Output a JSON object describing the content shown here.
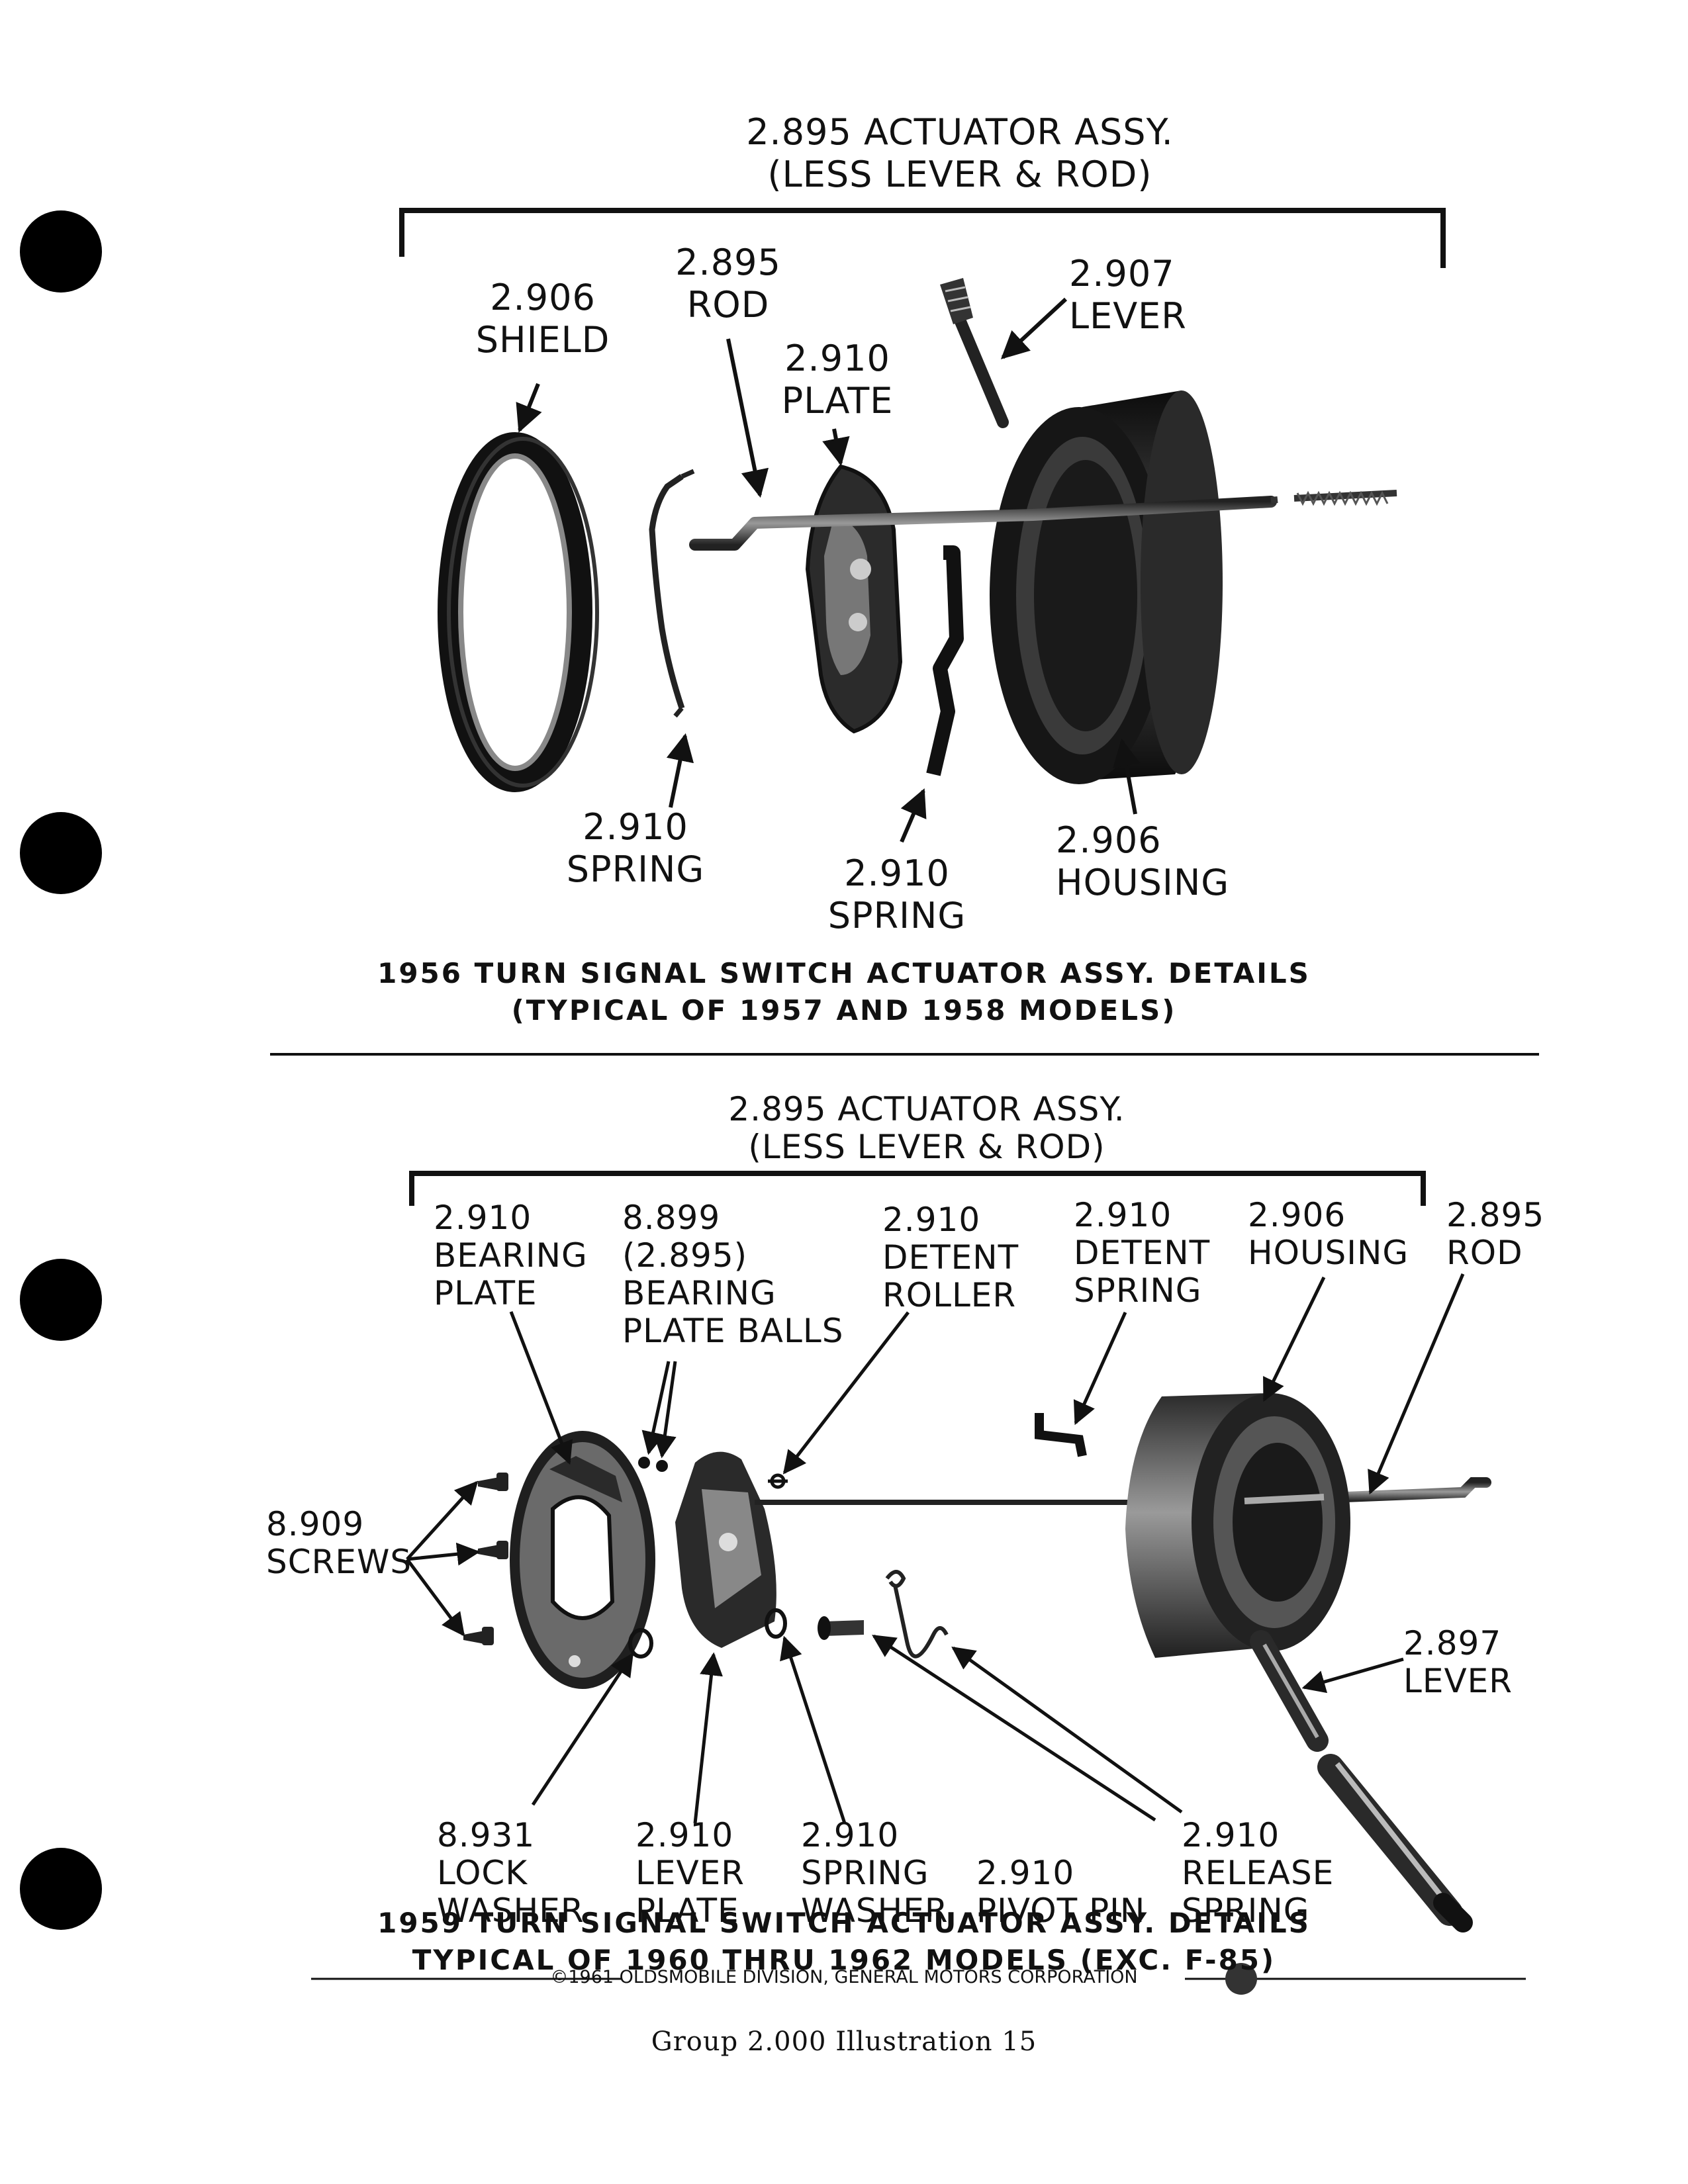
{
  "top_figure": {
    "title": [
      "2.895 ACTUATOR ASSY.",
      "(LESS LEVER & ROD)"
    ],
    "callouts": {
      "shield": [
        "2.906",
        "SHIELD"
      ],
      "rod": [
        "2.895",
        "ROD"
      ],
      "plate": [
        "2.910",
        "PLATE"
      ],
      "lever": [
        "2.907",
        "LEVER"
      ],
      "spring_left": [
        "2.910",
        "SPRING"
      ],
      "spring_mid": [
        "2.910",
        "SPRING"
      ],
      "housing": [
        "2.906",
        "HOUSING"
      ]
    },
    "caption": [
      "1956 TURN SIGNAL SWITCH ACTUATOR ASSY. DETAILS",
      "(TYPICAL OF 1957 AND 1958 MODELS)"
    ]
  },
  "bottom_figure": {
    "title": [
      "2.895 ACTUATOR ASSY.",
      "(LESS LEVER & ROD)"
    ],
    "callouts": {
      "bearing_plate": [
        "2.910",
        "BEARING",
        "PLATE"
      ],
      "bearing_plate_balls": [
        "8.899",
        "(2.895)",
        "BEARING",
        "PLATE BALLS"
      ],
      "detent_roller": [
        "2.910",
        "DETENT",
        "ROLLER"
      ],
      "detent_spring": [
        "2.910",
        "DETENT",
        "SPRING"
      ],
      "housing": [
        "2.906",
        "HOUSING"
      ],
      "rod": [
        "2.895",
        "ROD"
      ],
      "screws": [
        "8.909",
        "SCREWS"
      ],
      "lever": [
        "2.897",
        "LEVER"
      ],
      "lock_washer": [
        "8.931",
        "LOCK",
        "WASHER"
      ],
      "lever_plate": [
        "2.910",
        "LEVER",
        "PLATE"
      ],
      "spring_washer": [
        "2.910",
        "SPRING",
        "WASHER"
      ],
      "pivot_pin": [
        "2.910",
        "PIVOT PIN"
      ],
      "release_spring": [
        "2.910",
        "RELEASE",
        "SPRING"
      ]
    },
    "caption": [
      "1959 TURN SIGNAL SWITCH ACTUATOR ASSY. DETAILS",
      "TYPICAL OF 1960 THRU 1962 MODELS (EXC. F-85)"
    ]
  },
  "footer": {
    "copyright": "©1961 OLDSMOBILE DIVISION, GENERAL MOTORS CORPORATION",
    "group": "Group 2.000 Illustration 15"
  }
}
